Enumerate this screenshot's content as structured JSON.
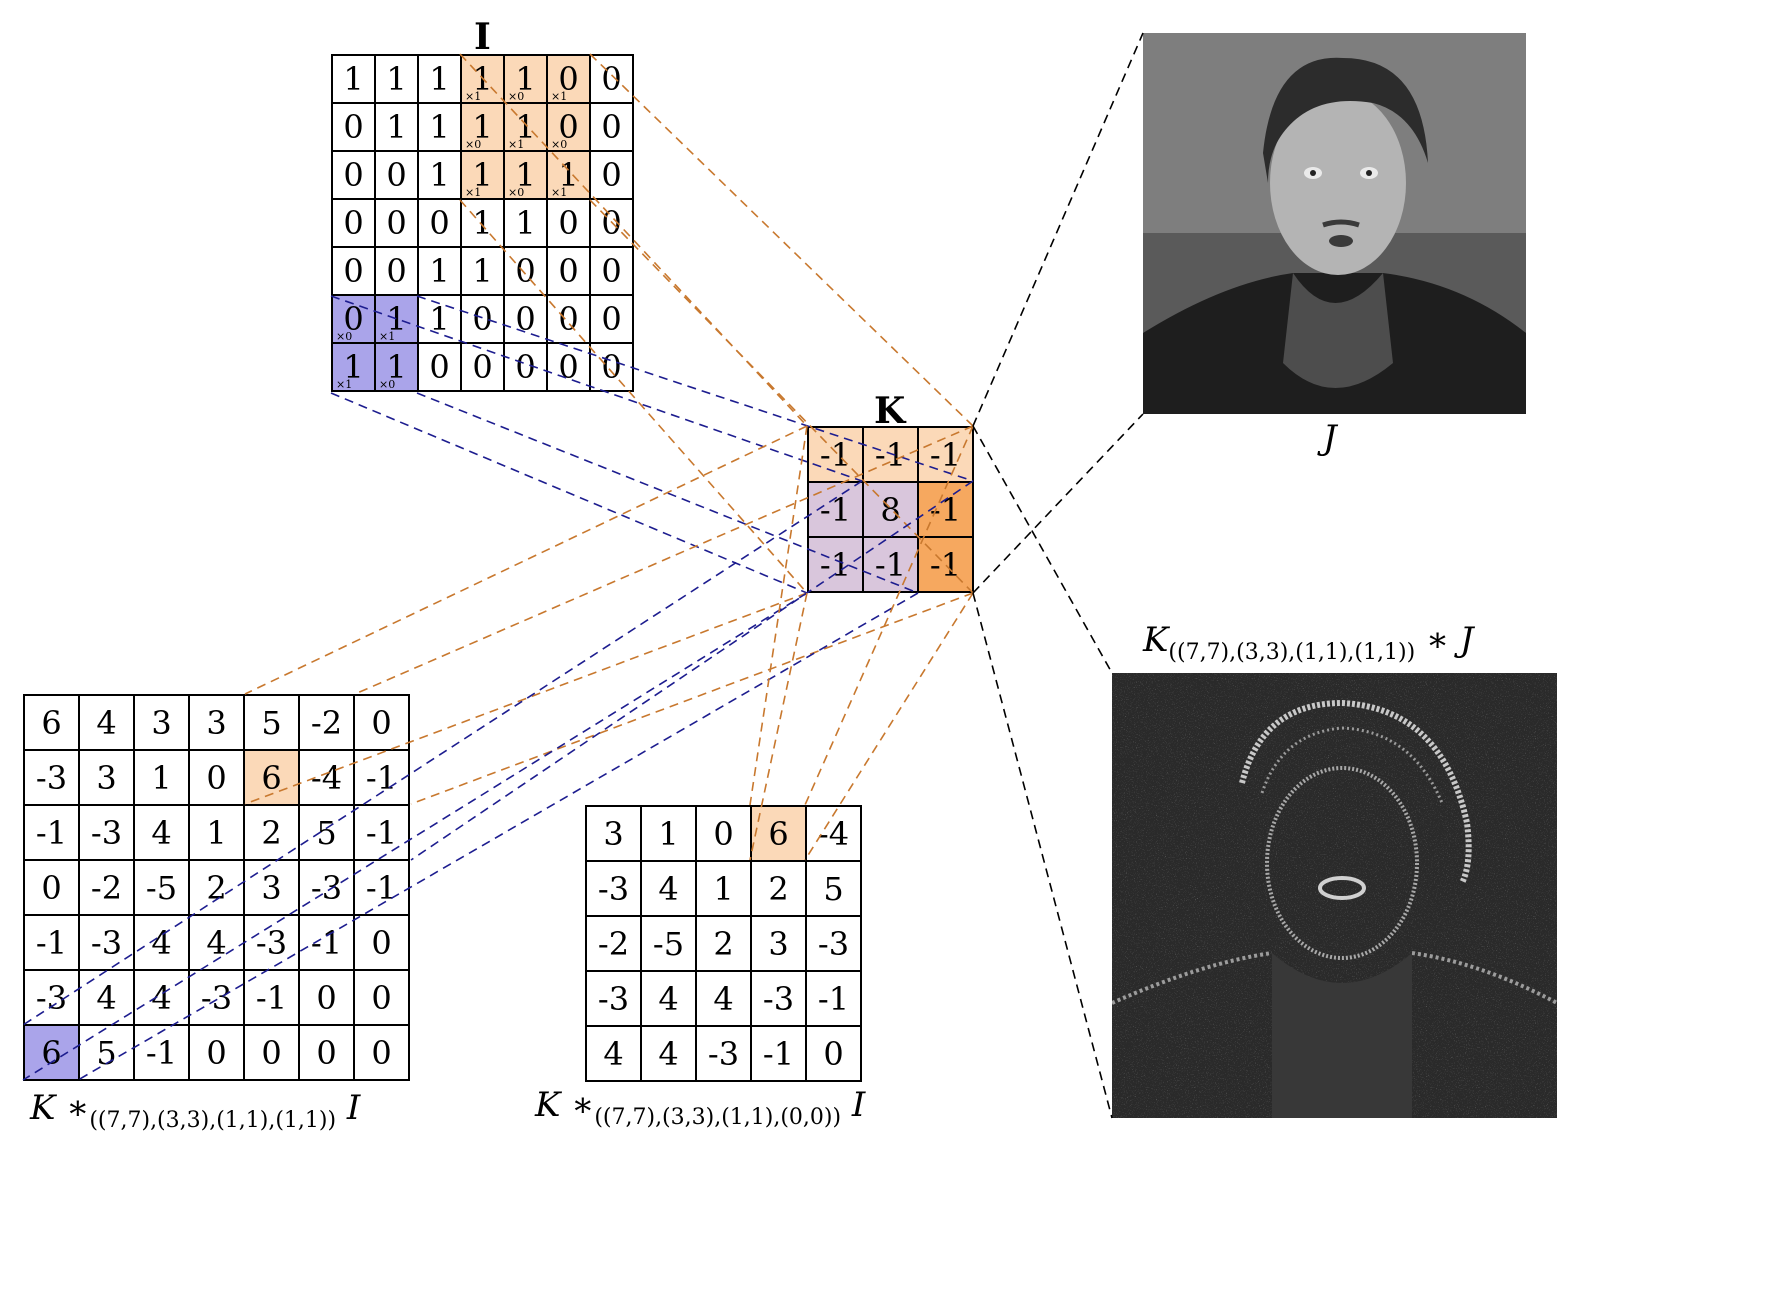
{
  "matrix_I": {
    "title": "I",
    "rows": [
      [
        "1",
        "1",
        "1",
        "1",
        "1",
        "0",
        "0"
      ],
      [
        "0",
        "1",
        "1",
        "1",
        "1",
        "0",
        "0"
      ],
      [
        "0",
        "0",
        "1",
        "1",
        "1",
        "1",
        "0"
      ],
      [
        "0",
        "0",
        "0",
        "1",
        "1",
        "0",
        "0"
      ],
      [
        "0",
        "0",
        "1",
        "1",
        "0",
        "0",
        "0"
      ],
      [
        "0",
        "1",
        "1",
        "0",
        "0",
        "0",
        "0"
      ],
      [
        "1",
        "1",
        "0",
        "0",
        "0",
        "0",
        "0"
      ]
    ],
    "orange_window_weights": [
      [
        "×1",
        "×0",
        "×1"
      ],
      [
        "×0",
        "×1",
        "×0"
      ],
      [
        "×1",
        "×0",
        "×1"
      ]
    ],
    "blue_window_weights": [
      [
        "×0",
        "×1"
      ],
      [
        "×1",
        "×0"
      ]
    ]
  },
  "matrix_K": {
    "title": "K",
    "rows": [
      [
        "-1",
        "-1",
        "-1"
      ],
      [
        "-1",
        "8",
        "-1"
      ],
      [
        "-1",
        "-1",
        "-1"
      ]
    ]
  },
  "matrix_out_padded": {
    "rows": [
      [
        "6",
        "4",
        "3",
        "3",
        "5",
        "-2",
        "0"
      ],
      [
        "-3",
        "3",
        "1",
        "0",
        "6",
        "-4",
        "-1"
      ],
      [
        "-1",
        "-3",
        "4",
        "1",
        "2",
        "5",
        "-1"
      ],
      [
        "0",
        "-2",
        "-5",
        "2",
        "3",
        "-3",
        "-1"
      ],
      [
        "-1",
        "-3",
        "4",
        "4",
        "-3",
        "-1",
        "0"
      ],
      [
        "-3",
        "4",
        "4",
        "-3",
        "-1",
        "0",
        "0"
      ],
      [
        "6",
        "5",
        "-1",
        "0",
        "0",
        "0",
        "0"
      ]
    ],
    "caption_symbol": "K",
    "caption_op": "∗",
    "caption_sub": "((7,7),(3,3),(1,1),(1,1))",
    "caption_arg": "I"
  },
  "matrix_out_valid": {
    "rows": [
      [
        "3",
        "1",
        "0",
        "6",
        "-4"
      ],
      [
        "-3",
        "4",
        "1",
        "2",
        "5"
      ],
      [
        "-2",
        "-5",
        "2",
        "3",
        "-3"
      ],
      [
        "-3",
        "4",
        "4",
        "-3",
        "-1"
      ],
      [
        "4",
        "4",
        "-3",
        "-1",
        "0"
      ]
    ],
    "caption_symbol": "K",
    "caption_op": "∗",
    "caption_sub": "((7,7),(3,3),(1,1),(0,0))",
    "caption_arg": "I"
  },
  "photo_J": {
    "caption": "J"
  },
  "photo_edges": {
    "caption_symbol": "K",
    "caption_sub": "((7,7),(3,3),(1,1),(1,1))",
    "caption_op": "∗",
    "caption_arg": "J"
  },
  "colors": {
    "orange_line": "#c8782e",
    "blue_line": "#1d1d8f",
    "black_line": "#000000",
    "peach": "#fbd9b8",
    "orange": "#f6a85f",
    "lilac": "#d9c6dc",
    "blue": "#aaa4ea"
  }
}
